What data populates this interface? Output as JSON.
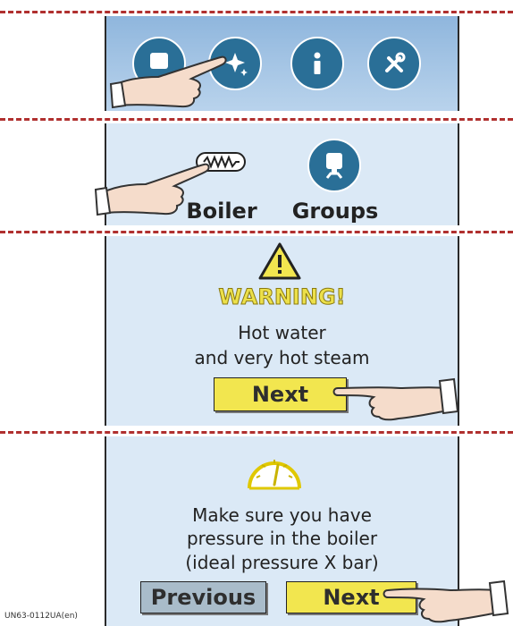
{
  "menu": {
    "icons": [
      "groups-icon",
      "magic-icon",
      "info-icon",
      "tools-icon"
    ]
  },
  "boiler_screen": {
    "boiler_label": "Boiler",
    "groups_label": "Groups"
  },
  "warning_screen": {
    "title": "WARNING!",
    "line1": "Hot water",
    "line2": "and very hot steam",
    "next_label": "Next"
  },
  "pressure_screen": {
    "line1": "Make sure you have",
    "line2": "pressure in the boiler",
    "line3": "(ideal pressure X bar)",
    "previous_label": "Previous",
    "next_label": "Next"
  },
  "footer": {
    "code": "UN63-0112UA(en)"
  },
  "colors": {
    "panel": "#dbe9f6",
    "button_yellow": "#f2e64f",
    "button_gray": "#a9bcca",
    "warning_text": "#e6d63a",
    "icon_teal": "#2a6f97",
    "divider": "#b0302f"
  }
}
